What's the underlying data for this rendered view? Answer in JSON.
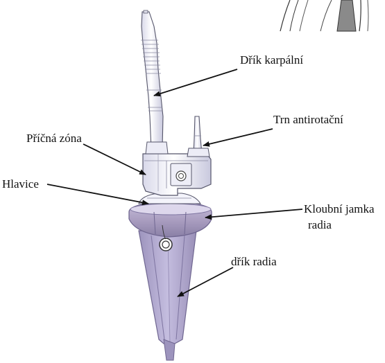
{
  "labels": {
    "dorsal_stem": "Dřík karpální",
    "anti_rotation_pin": "Trn antirotační",
    "transverse_zone": "Příčná zóna",
    "head": "Hlavice",
    "joint_socket_line1": "Kloubní jamka",
    "joint_socket_line2": "radia",
    "radial_stem": "dřík radia"
  },
  "colors": {
    "implant_upper": "#f2f2fa",
    "implant_outline": "#55556a",
    "cup": "#a89cbf",
    "cup_dark": "#7f7499",
    "stem": "#b6aed3",
    "stem_dark": "#8b82ab",
    "arrow": "#111111",
    "inset_fill": "#8a8a8a"
  }
}
